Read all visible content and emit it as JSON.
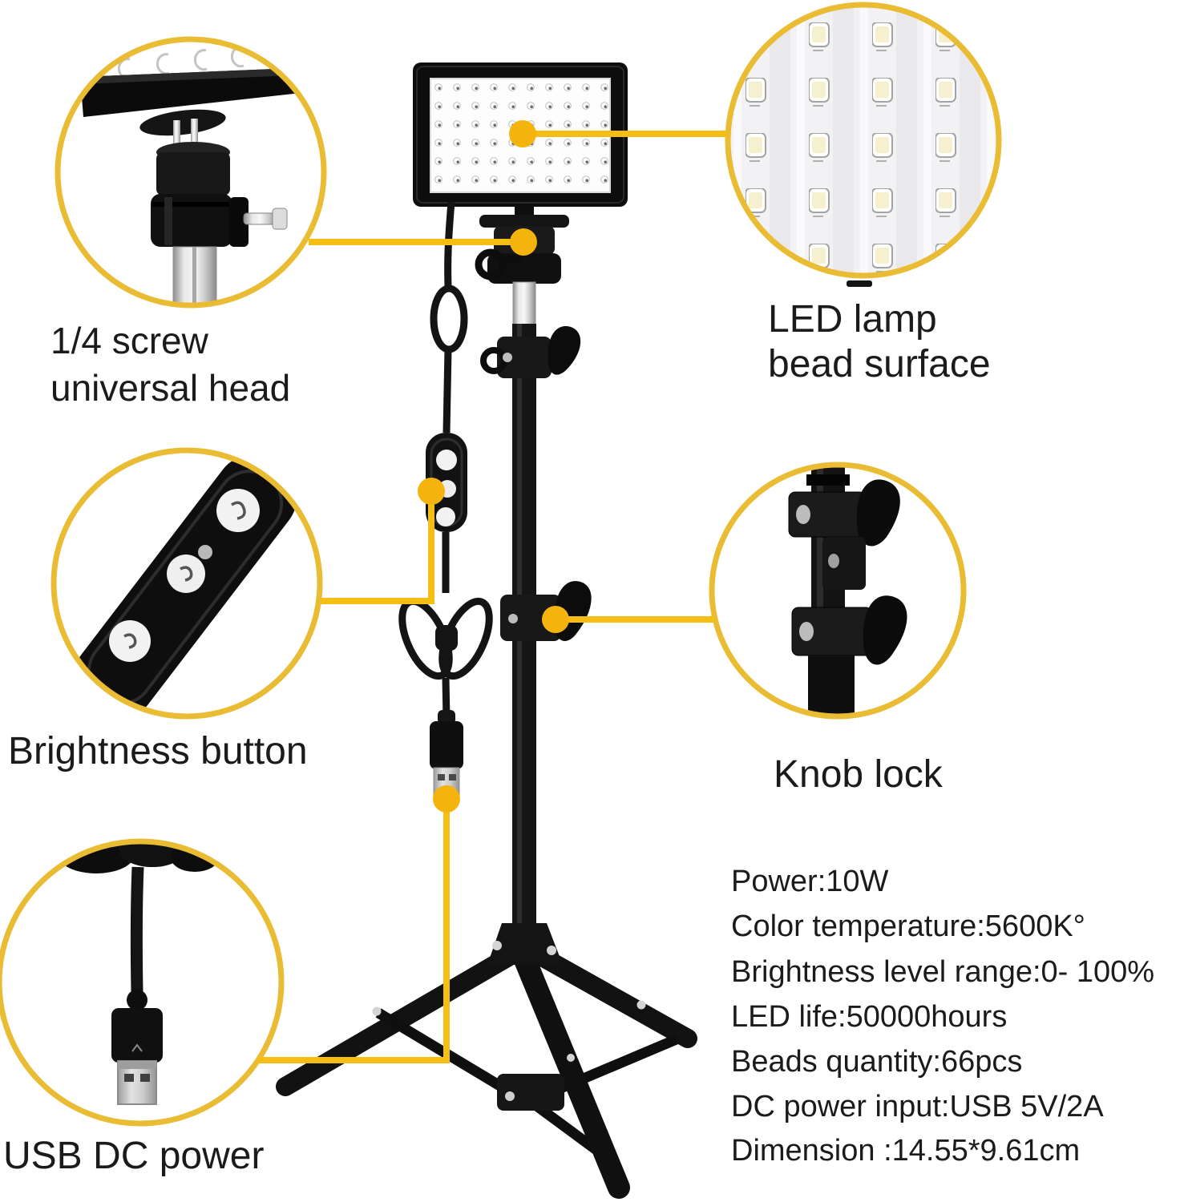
{
  "colors": {
    "background": "#ffffff",
    "connector_line": "#F5BE15",
    "connector_dot": "#F5B30D",
    "circle_ring": "#E9BC33",
    "label_text": "#1b1b1b",
    "product_black": "#121212"
  },
  "callouts": {
    "screw_head": {
      "label_line1": "1/4 screw",
      "label_line2": "universal head"
    },
    "led_surface": {
      "label_line1": "LED lamp",
      "label_line2": "bead surface"
    },
    "brightness": {
      "label": "Brightness button"
    },
    "knob_lock": {
      "label": "Knob lock"
    },
    "usb_power": {
      "label": "USB DC power"
    }
  },
  "specs": {
    "lines": [
      "Power:10W",
      "Color temperature:5600K°",
      "Brightness level range:0- 100%",
      "LED life:50000hours",
      "Beads quantity:66pcs",
      "DC power input:USB 5V/2A",
      "Dimension :14.55*9.61cm"
    ]
  }
}
